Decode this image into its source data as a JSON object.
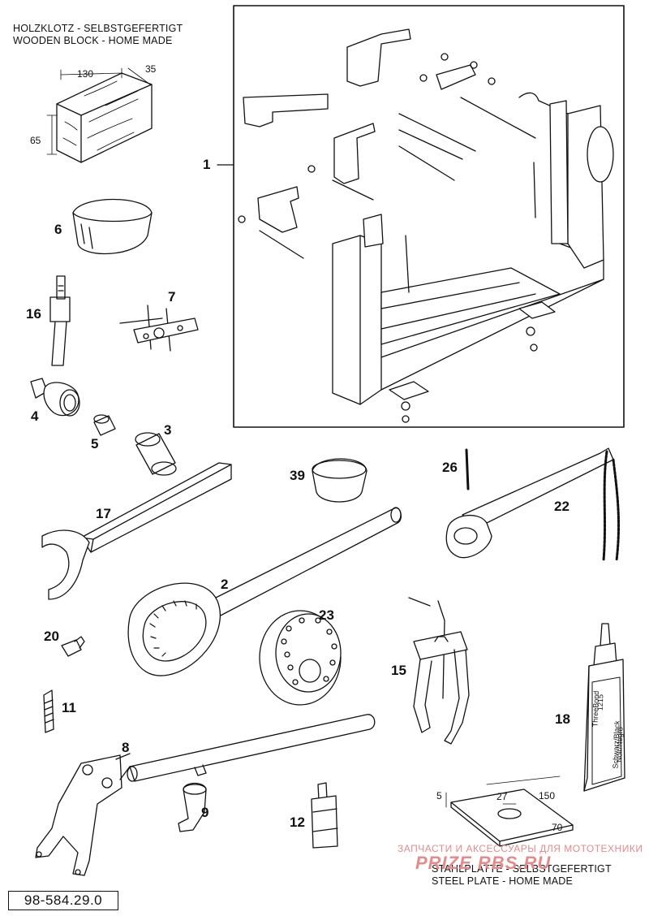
{
  "captions": {
    "top_left_de": "HOLZKLOTZ - SELBSTGEFERTIGT",
    "top_left_en": "WOODEN BLOCK - HOME MADE",
    "bottom_right_de": "STAHLPLATTE - SELBSTGEFERTIGT",
    "bottom_right_en": "STEEL PLATE - HOME MADE"
  },
  "block_dims": {
    "length": "130",
    "width": "35",
    "height": "65"
  },
  "plate_dims": {
    "thickness": "5",
    "hole": "27",
    "length": "150",
    "width": "70"
  },
  "part_numbers": [
    "1",
    "2",
    "3",
    "4",
    "5",
    "6",
    "7",
    "8",
    "9",
    "11",
    "12",
    "15",
    "16",
    "17",
    "18",
    "20",
    "22",
    "23",
    "26",
    "39"
  ],
  "tube_label": {
    "brand": "ThreeBond",
    "number": "1215",
    "line1": "Schwarz/Black",
    "line2": "Noir/Negro"
  },
  "watermark": {
    "text": "ЗАПЧАСТИ И АКСЕССУАРЫ ДЛЯ МОТОТЕХНИКИ",
    "logo": "PRIZE RBS.RU"
  },
  "document_code": "98-584.29.0"
}
